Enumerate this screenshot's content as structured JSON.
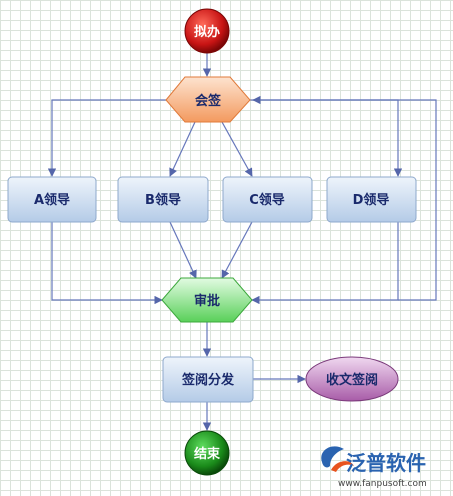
{
  "nodes": {
    "start": "拟办",
    "countersign": "会签",
    "leader_a": "A领导",
    "leader_b": "B领导",
    "leader_c": "C领导",
    "leader_d": "D领导",
    "approve": "审批",
    "review_distribute": "签阅分发",
    "receive_review": "收文签阅",
    "end": "结束"
  },
  "logo": {
    "brand": "泛普软件",
    "url": "www.fanpusoft.com"
  },
  "colors": {
    "start_red": "#c81414",
    "end_green": "#1a8a1a",
    "hexagon_orange": "#f6b98e",
    "hexagon_green": "#84e084",
    "box_blue": "#c6d8ee",
    "ellipse_purple": "#b877b8",
    "connector": "#6677bb"
  }
}
